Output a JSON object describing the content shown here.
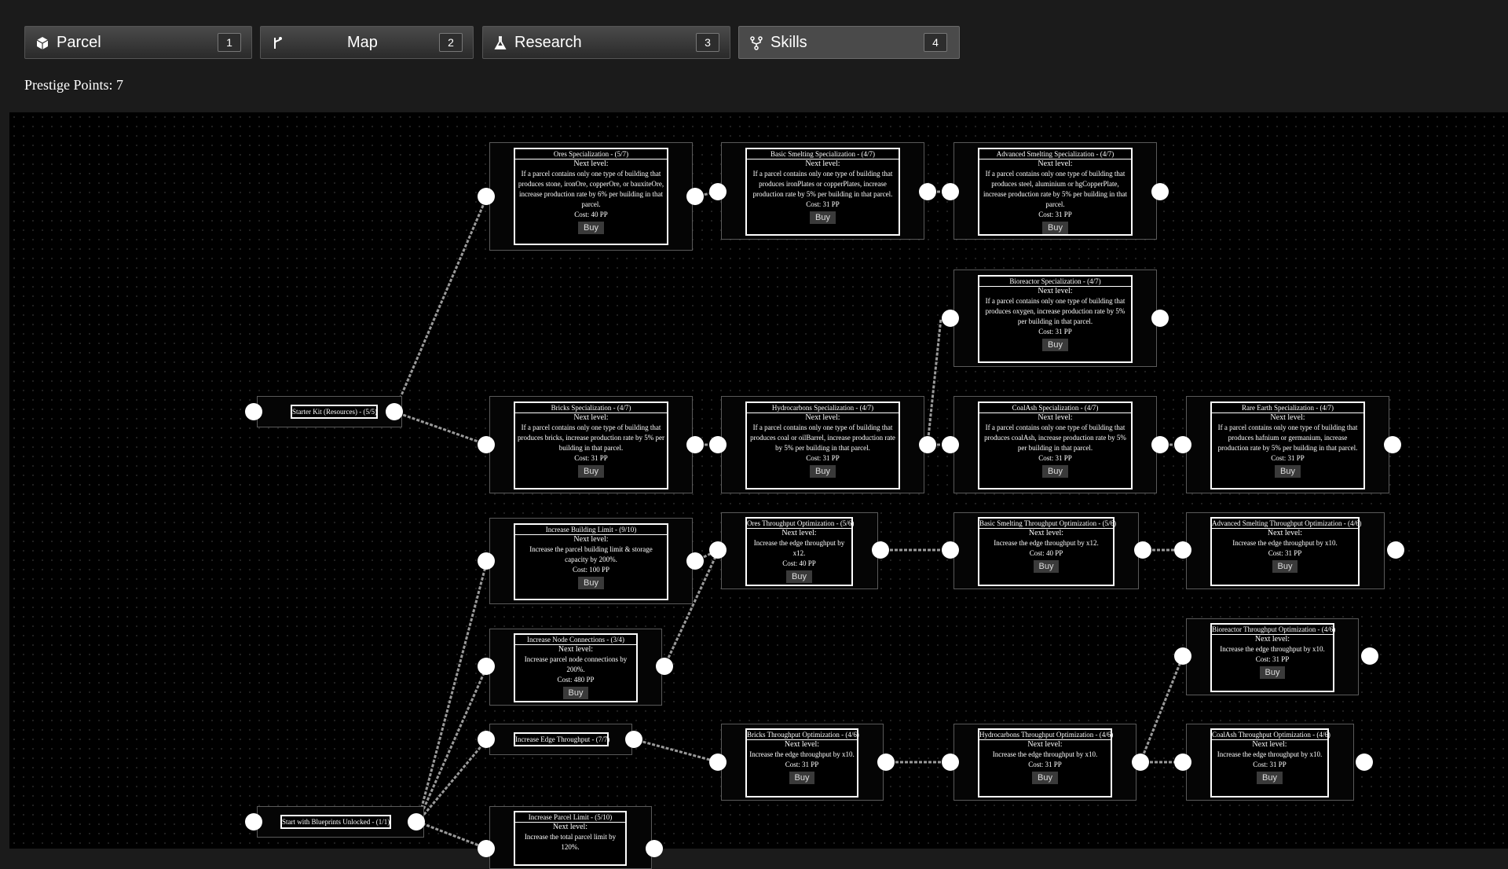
{
  "tabs": [
    {
      "label": "Parcel",
      "key": "1",
      "icon": "cube-icon",
      "active": false
    },
    {
      "label": "Map",
      "key": "2",
      "icon": "branch-icon",
      "active": false
    },
    {
      "label": "Research",
      "key": "3",
      "icon": "flask-icon",
      "active": false
    },
    {
      "label": "Skills",
      "key": "4",
      "icon": "fork-icon",
      "active": true
    }
  ],
  "prestige": "Prestige Points: 7",
  "buy_label": "Buy",
  "next_level_label": "Next level:",
  "nodes": [
    {
      "title": "Starter Kit (Resources) - (5/5)"
    },
    {
      "title": "Start with Blueprints Unlocked - (1/1)"
    },
    {
      "title": "Ores Specialization - (5/7)",
      "desc": "If a parcel contains only one type of building that produces stone, ironOre, copperOre, or bauxiteOre, increase production rate by 6% per building in that parcel.",
      "cost": "Cost: 40 PP"
    },
    {
      "title": "Basic Smelting Specialization - (4/7)",
      "desc": "If a parcel contains only one type of building that produces ironPlates or copperPlates, increase production rate by 5% per building in that parcel.",
      "cost": "Cost: 31 PP"
    },
    {
      "title": "Advanced Smelting Specialization - (4/7)",
      "desc": "If a parcel contains only one type of building that produces steel, aluminium or hgCopperPlate, increase production rate by 5% per building in that parcel.",
      "cost": "Cost: 31 PP"
    },
    {
      "title": "Bioreactor Specialization - (4/7)",
      "desc": "If a parcel contains only one type of building that produces oxygen, increase production rate by 5% per building in that parcel.",
      "cost": "Cost: 31 PP"
    },
    {
      "title": "Bricks Specialization - (4/7)",
      "desc": "If a parcel contains only one type of building that produces bricks, increase production rate by 5% per building in that parcel.",
      "cost": "Cost: 31 PP"
    },
    {
      "title": "Hydrocarbons Specialization - (4/7)",
      "desc": "If a parcel contains only one type of building that produces coal or oilBarrel, increase production rate by 5% per building in that parcel.",
      "cost": "Cost: 31 PP"
    },
    {
      "title": "CoalAsh Specialization - (4/7)",
      "desc": "If a parcel contains only one type of building that produces coalAsh, increase production rate by 5% per building in that parcel.",
      "cost": "Cost: 31 PP"
    },
    {
      "title": "Rare Earth Specialization - (4/7)",
      "desc": "If a parcel contains only one type of building that produces hafnium or germanium, increase production rate by 5% per building in that parcel.",
      "cost": "Cost: 31 PP"
    },
    {
      "title": "Increase Building Limit - (9/10)",
      "desc": "Increase the parcel building limit & storage capacity by 200%.",
      "cost": "Cost: 100 PP"
    },
    {
      "title": "Ores Throughput Optimization - (5/6)",
      "desc": "Increase the edge throughput by x12.",
      "cost": "Cost: 40 PP"
    },
    {
      "title": "Basic Smelting Throughput Optimization - (5/6)",
      "desc": "Increase the edge throughput by x12.",
      "cost": "Cost: 40 PP"
    },
    {
      "title": "Advanced Smelting Throughput Optimization - (4/6)",
      "desc": "Increase the edge throughput by x10.",
      "cost": "Cost: 31 PP"
    },
    {
      "title": "Increase Node Connections - (3/4)",
      "desc": "Increase parcel node connections by 200%.",
      "cost": "Cost: 480 PP"
    },
    {
      "title": "Bioreactor Throughput Optimization - (4/6)",
      "desc": "Increase the edge throughput by x10.",
      "cost": "Cost: 31 PP"
    },
    {
      "title": "Increase Edge Throughput - (7/7)"
    },
    {
      "title": "Bricks Throughput Optimization - (4/6)",
      "desc": "Increase the edge throughput by x10.",
      "cost": "Cost: 31 PP"
    },
    {
      "title": "Hydrocarbons Throughput Optimization - (4/6)",
      "desc": "Increase the edge throughput by x10.",
      "cost": "Cost: 31 PP"
    },
    {
      "title": "CoalAsh Throughput Optimization - (4/6)",
      "desc": "Increase the edge throughput by x10.",
      "cost": "Cost: 31 PP"
    },
    {
      "title": "Increase Parcel Limit - (5/10)",
      "desc": "Increase the total parcel limit by 120%.",
      "cost": ""
    }
  ]
}
